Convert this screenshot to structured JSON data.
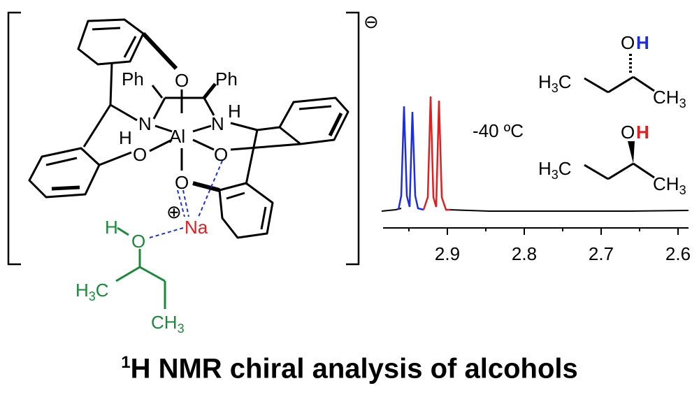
{
  "complex": {
    "charge_minus": "⊖",
    "charge_plus": "⊕",
    "ph_left": "Ph",
    "ph_right": "Ph",
    "o_top": "O",
    "n_left": "N",
    "n_right": "N",
    "h_left": "H",
    "h_right": "H",
    "al": "Al",
    "o_left": "O",
    "o_right": "O",
    "o_bottom": "O",
    "na": "Na"
  },
  "alcohol": {
    "h": "H",
    "o": "O",
    "h3c": "H3C",
    "ch3": "CH3"
  },
  "spectrum": {
    "temperature": "-40 ºC",
    "axis_ticks": [
      "2.9",
      "2.8",
      "2.7",
      "2.6"
    ],
    "series_colors": {
      "blue": "#1c2ee0",
      "red": "#e02020",
      "baseline": "#000000"
    }
  },
  "structures": {
    "top": {
      "oh_o": "O",
      "oh_h": "H",
      "h3c": "H3C",
      "ch3": "CH3",
      "h_color": "#1c2ee0"
    },
    "bottom": {
      "oh_o": "O",
      "oh_h": "H",
      "h3c": "H3C",
      "ch3": "CH3",
      "h_color": "#e02020"
    }
  },
  "caption": {
    "sup": "1",
    "text": "H NMR chiral analysis of alcohols"
  }
}
